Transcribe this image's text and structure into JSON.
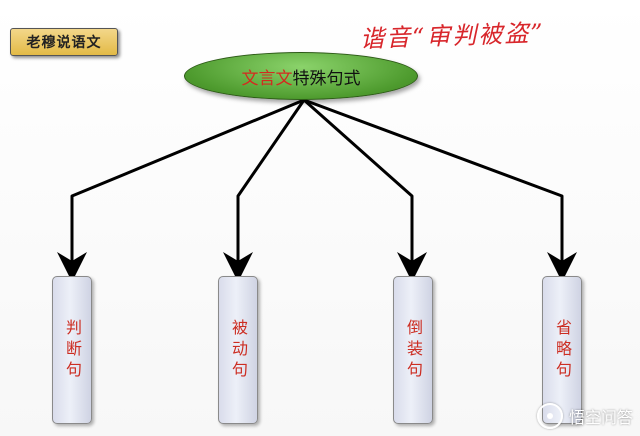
{
  "brand_label": "老穆说语文",
  "homophone_text": "谐音“审判被盗”",
  "center_node": {
    "part1": "文言文",
    "part2": "特殊句式"
  },
  "leaves": [
    "判断句",
    "被动句",
    "倒装句",
    "省略句"
  ],
  "watermark": "悟空问答",
  "colors": {
    "accent_red": "#d32a1f",
    "node_green": "#4e9b2e",
    "box_gold": "#e3ba46",
    "leaf_blue": "#dfe3f0"
  }
}
